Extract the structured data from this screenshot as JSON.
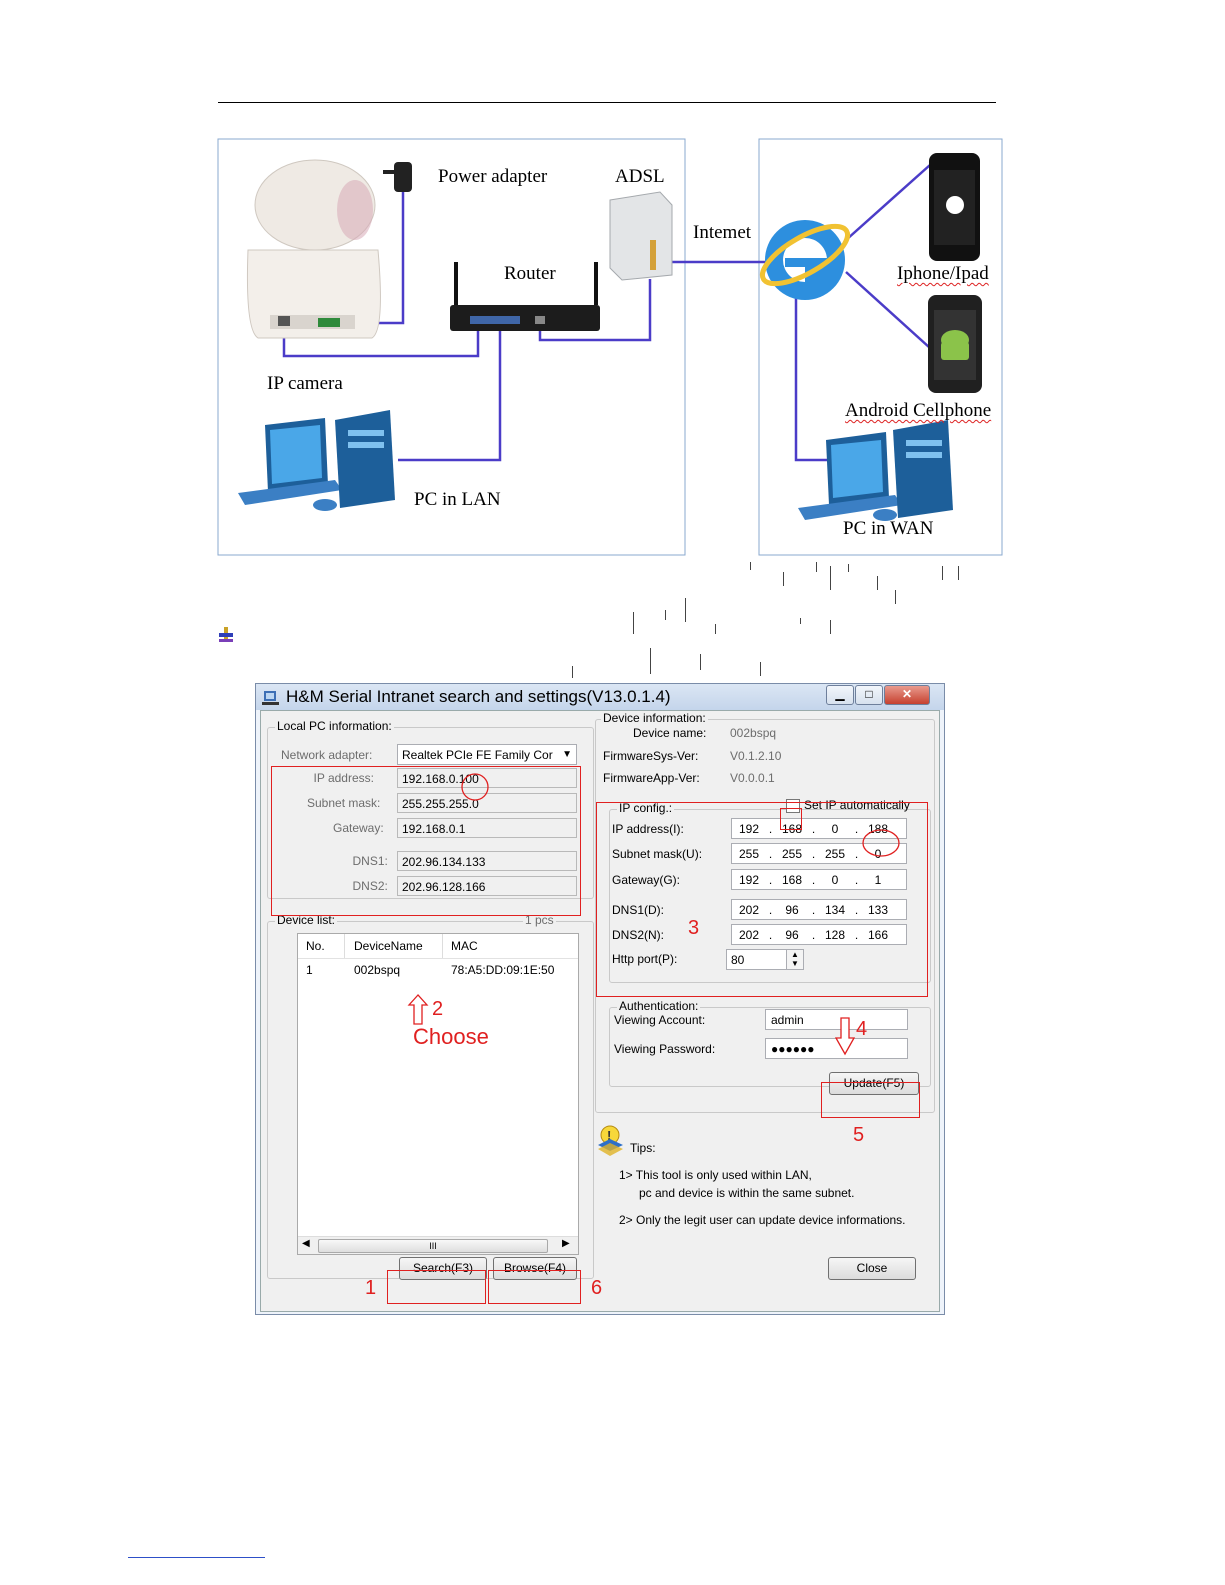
{
  "diagram": {
    "left_labels": {
      "power_adapter": "Power adapter",
      "adsl": "ADSL",
      "router": "Router",
      "ip_camera": "IP camera",
      "pc_lan": "PC in LAN"
    },
    "internet_label": "Intemet",
    "right_labels": {
      "iphone": "Iphone/Ipad",
      "android": "Android Cellphone",
      "pc_wan": "PC in WAN"
    }
  },
  "dialog": {
    "title": "H&M Serial Intranet search and settings(V13.0.1.4)",
    "window_buttons": {
      "minimize": "▁",
      "maximize": "□",
      "close": "✕"
    },
    "local_pc": {
      "group_label": "Local PC information:",
      "adapter_label": "Network adapter:",
      "adapter_value": "Realtek PCIe FE Family Cor",
      "fields": [
        {
          "label": "IP address:",
          "value": "192.168.0.100"
        },
        {
          "label": "Subnet mask:",
          "value": "255.255.255.0"
        },
        {
          "label": "Gateway:",
          "value": "192.168.0.1"
        },
        {
          "label": "DNS1:",
          "value": "202.96.134.133"
        },
        {
          "label": "DNS2:",
          "value": "202.96.128.166"
        }
      ]
    },
    "device_list": {
      "label": "Device list:",
      "count": "1 pcs",
      "headers": [
        "No.",
        "DeviceName",
        "MAC"
      ],
      "rows": [
        {
          "no": "1",
          "name": "002bspq",
          "mac": "78:A5:DD:09:1E:50"
        }
      ],
      "scroll_thumb": "III"
    },
    "device_info": {
      "group_label": "Device information:",
      "rows": [
        {
          "label": "Device name:",
          "value": "002bspq"
        },
        {
          "label": "FirmwareSys-Ver:",
          "value": "V0.1.2.10"
        },
        {
          "label": "FirmwareApp-Ver:",
          "value": "V0.0.0.1"
        }
      ]
    },
    "ip_config": {
      "group_label": "IP config.:",
      "auto_label": "Set IP automatically",
      "auto_checked": false,
      "rows": [
        {
          "label": "IP address(I):",
          "octets": [
            "192",
            "168",
            "0",
            "188"
          ]
        },
        {
          "label": "Subnet mask(U):",
          "octets": [
            "255",
            "255",
            "255",
            "0"
          ]
        },
        {
          "label": "Gateway(G):",
          "octets": [
            "192",
            "168",
            "0",
            "1"
          ]
        },
        {
          "label": "DNS1(D):",
          "octets": [
            "202",
            "96",
            "134",
            "133"
          ]
        },
        {
          "label": "DNS2(N):",
          "octets": [
            "202",
            "96",
            "128",
            "166"
          ]
        }
      ],
      "dot": ".",
      "http_label": "Http port(P):",
      "http_value": "80"
    },
    "auth": {
      "group_label": "Authentication:",
      "account_label": "Viewing Account:",
      "account_value": "admin",
      "password_label": "Viewing Password:",
      "password_value": "●●●●●●"
    },
    "buttons": {
      "update": "Update(F5)",
      "search": "Search(F3)",
      "browse": "Browse(F4)",
      "close": "Close"
    },
    "tips": {
      "title": "Tips:",
      "line1": "1> This tool is only used within LAN,",
      "line2": "pc and device is within the same subnet.",
      "line3": "2> Only the legit user can update  device informations."
    }
  },
  "annotations": {
    "n1": "1",
    "n2": "2",
    "n3": "3",
    "n4": "4",
    "n5": "5",
    "n6": "6",
    "choose": "Choose"
  }
}
